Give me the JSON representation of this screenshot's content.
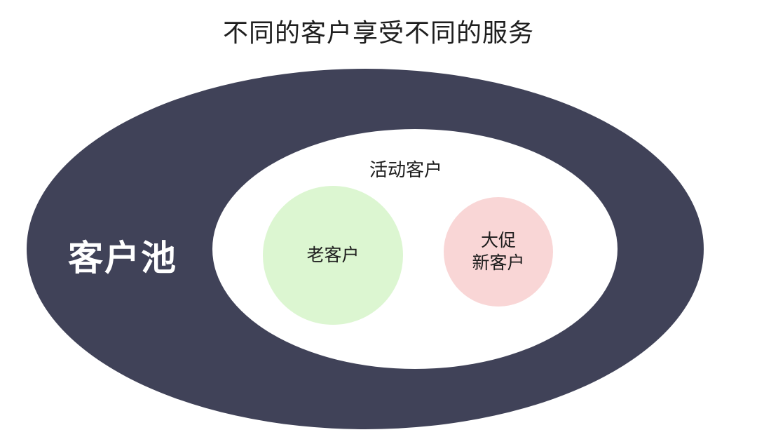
{
  "title": "不同的客户享受不同的服务",
  "outer": {
    "label": "客户池",
    "color": "#404258"
  },
  "inner": {
    "label": "活动客户",
    "color": "#ffffff"
  },
  "old_customers": {
    "label": "老客户",
    "color": "#dcf6d1"
  },
  "new_customers": {
    "line1": "大促",
    "line2": "新客户",
    "color": "#f9d6d6"
  }
}
